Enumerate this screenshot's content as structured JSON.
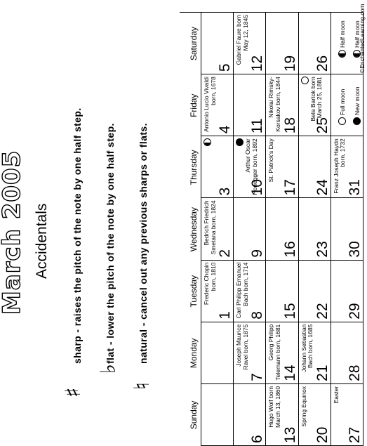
{
  "title": "March 2005",
  "subtitle": "Accidentals",
  "accidentals": [
    {
      "symbol": "♯",
      "symbol_icon": "sharp-icon",
      "text": "sharp - raises the pitch of the note by one half step."
    },
    {
      "symbol": "♭",
      "symbol_icon": "flat-icon",
      "text": "flat - lower the pitch of the note by one half step."
    },
    {
      "symbol": "♮",
      "symbol_icon": "natural-icon",
      "text": "natural - cancel out any previous sharps or flats."
    }
  ],
  "calendar": {
    "days": [
      "Sunday",
      "Monday",
      "Tuesday",
      "Wednesday",
      "Thursday",
      "Friday",
      "Saturday"
    ],
    "weeks": [
      [
        {
          "day": "",
          "note": ""
        },
        {
          "day": "",
          "note": ""
        },
        {
          "day": "1",
          "note": "Frederic Chopin born, 1810"
        },
        {
          "day": "2",
          "note": "Bedrich Friedrich Smetana born, 1824"
        },
        {
          "day": "3",
          "note": "",
          "moon": "half"
        },
        {
          "day": "4",
          "note": "Antonio Lucio Vivaldi born, 1678"
        },
        {
          "day": "5",
          "note": ""
        }
      ],
      [
        {
          "day": "6",
          "note": ""
        },
        {
          "day": "7",
          "note": "Joseph Maurice Ravel born, 1875"
        },
        {
          "day": "8",
          "note": "Carl Philipp Emanuel Bach born, 1714"
        },
        {
          "day": "9",
          "note": ""
        },
        {
          "day": "10",
          "note": "Arthur Oscar Honegger born, 1892",
          "moon": "new"
        },
        {
          "day": "11",
          "note": ""
        },
        {
          "day": "12",
          "note": "Gabriel Faure born May 12, 1845"
        }
      ],
      [
        {
          "day": "13",
          "note": "Hugo Wolf born March 13, 1860"
        },
        {
          "day": "14",
          "note": "Georg Philipp Telemann born, 1681"
        },
        {
          "day": "15",
          "note": ""
        },
        {
          "day": "16",
          "note": ""
        },
        {
          "day": "17",
          "note": "St. Patrick's Day"
        },
        {
          "day": "18",
          "note": "Nikolai Rimsky-Korsakov born, 1844"
        },
        {
          "day": "19",
          "note": ""
        }
      ],
      [
        {
          "day": "20",
          "note": "Spring Equinox"
        },
        {
          "day": "21",
          "note": "Johann Sebastian Bach born, 1685"
        },
        {
          "day": "22",
          "note": ""
        },
        {
          "day": "23",
          "note": ""
        },
        {
          "day": "24",
          "note": ""
        },
        {
          "day": "25",
          "note": "Bela Bartok born March 25, 1881",
          "moon": "full"
        },
        {
          "day": "26",
          "note": ""
        }
      ],
      [
        {
          "day": "27",
          "note": "Easter"
        },
        {
          "day": "28",
          "note": ""
        },
        {
          "day": "29",
          "note": ""
        },
        {
          "day": "30",
          "note": ""
        },
        {
          "day": "31",
          "note": "Franz Joseph Haydn born, 1732"
        },
        {
          "day": "",
          "note": ""
        },
        {
          "day": "",
          "note": ""
        }
      ]
    ]
  },
  "legend": [
    {
      "icon": "full-moon-icon",
      "kind": "full",
      "label": "Full moon"
    },
    {
      "icon": "new-moon-icon",
      "kind": "new",
      "label": "New moon"
    },
    {
      "icon": "half-moon-icon",
      "kind": "half",
      "label": "Half moon"
    },
    {
      "icon": "half-moon-icon",
      "kind": "half",
      "label": "Half moon"
    }
  ],
  "credit": "©EnchantedLearning.com"
}
